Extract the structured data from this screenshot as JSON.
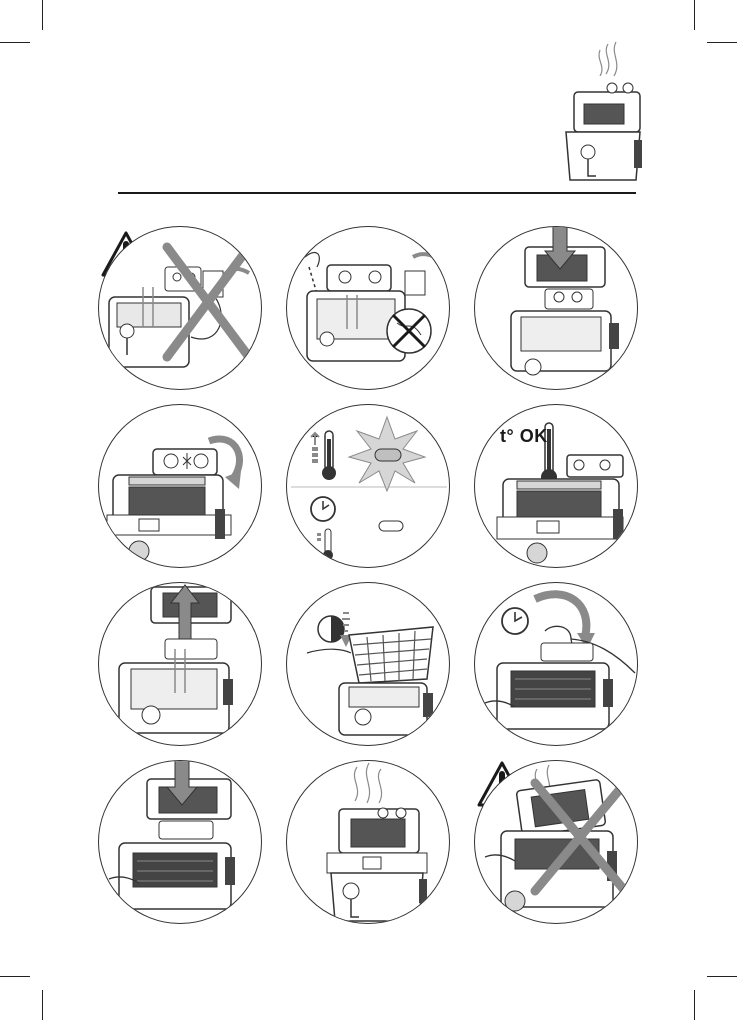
{
  "document": {
    "panels": [
      {
        "id": "unplugged-warning"
      },
      {
        "id": "fill-oil-and-plug"
      },
      {
        "id": "close-lid"
      },
      {
        "id": "set-thermostat"
      },
      {
        "id": "heating-indicator"
      },
      {
        "id": "temperature-ok",
        "label": "t° OK"
      },
      {
        "id": "open-lid"
      },
      {
        "id": "lower-basket"
      },
      {
        "id": "set-timer"
      },
      {
        "id": "close-lid-cooking"
      },
      {
        "id": "steam-venting"
      },
      {
        "id": "do-not-open-warning"
      }
    ]
  },
  "colors": {
    "line": "#333333",
    "gray": "#8a8a8a",
    "dark": "#2a2a2a",
    "light": "#d6d6d6"
  }
}
